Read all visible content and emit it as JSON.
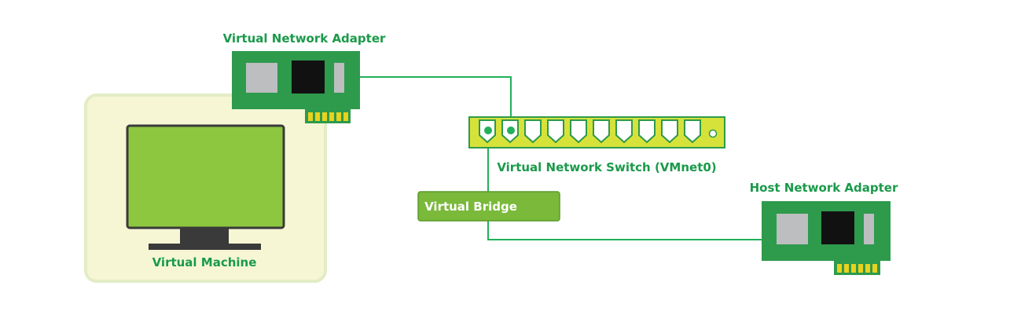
{
  "labels": {
    "virtual_network_adapter": "Virtual Network Adapter",
    "virtual_network_switch": "Virtual Network Switch (VMnet0)",
    "host_network_adapter": "Host Network Adapter",
    "virtual_bridge": "Virtual Bridge",
    "virtual_machine": "Virtual Machine"
  },
  "colors": {
    "label_green": "#1a9a4a",
    "wire": "#22b05a",
    "card_green": "#2e9a4c",
    "monitor_green": "#8dc63f",
    "vm_panel": "#f6f6d4",
    "switch_yellow": "#d6e23a",
    "bridge_green": "#7ab93a"
  }
}
